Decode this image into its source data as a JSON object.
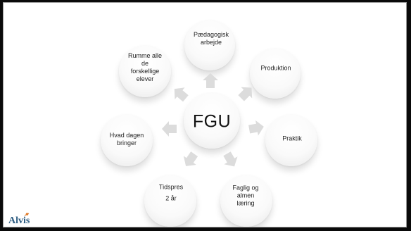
{
  "diagram": {
    "center": "FGU",
    "nodes": [
      {
        "id": "paedagogisk",
        "lines": [
          "Pædagogisk",
          "arbejde"
        ]
      },
      {
        "id": "produktion",
        "lines": [
          "Produktion"
        ]
      },
      {
        "id": "praktik",
        "lines": [
          "Praktik"
        ]
      },
      {
        "id": "faglig",
        "lines": [
          "Faglig og",
          "almen",
          "læring"
        ]
      },
      {
        "id": "tidspres",
        "lines": [
          "Tidspres",
          "2 år"
        ]
      },
      {
        "id": "hvad-dagen",
        "lines": [
          "Hvad dagen",
          "bringer"
        ]
      },
      {
        "id": "rumme",
        "lines": [
          "Rumme alle",
          "de",
          "forskellige",
          "elever"
        ]
      }
    ]
  },
  "logo": {
    "text": "Alvis",
    "text_color": "#2e5d82",
    "accent_color": "#e07b2a"
  },
  "colors": {
    "node_fill": "#fafafa",
    "arrow_fill": "#dcdcdc",
    "frame_bg": "#0a0a0a"
  }
}
